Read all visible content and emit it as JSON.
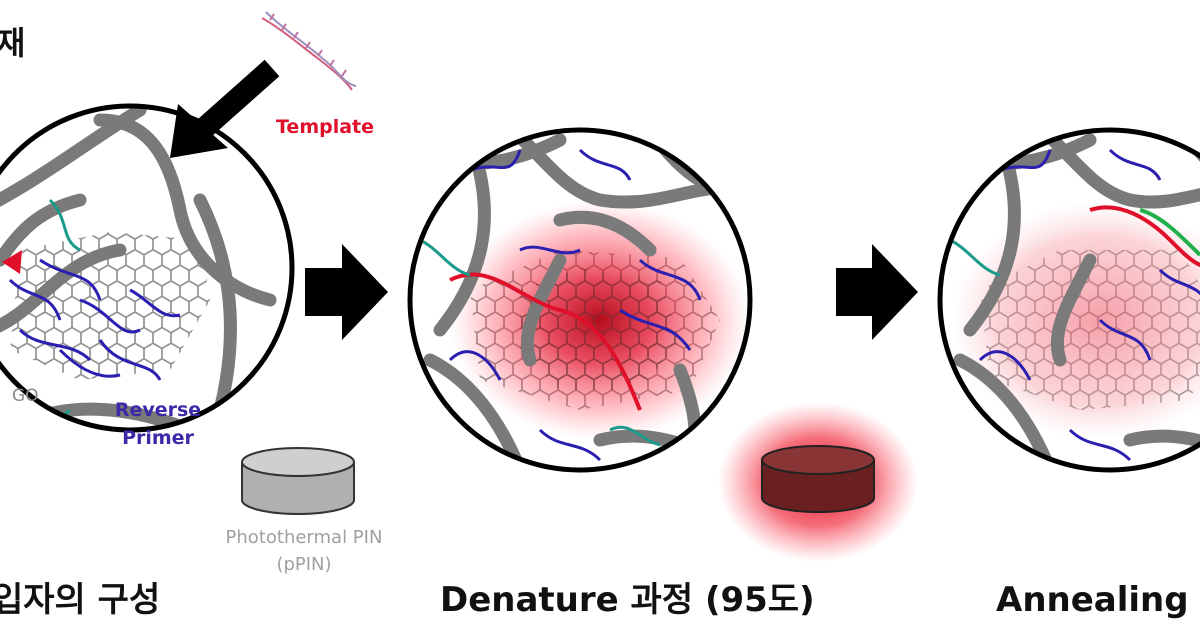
{
  "header_fragment": "재",
  "labels": {
    "template": "Template",
    "go": "GO",
    "reverse": "Reverse",
    "primer": "Primer",
    "pin_line1": "Photothermal  PIN",
    "pin_line2": "(pPIN)"
  },
  "captions": [
    "입자의 구성",
    "Denature 과정 (95도)",
    "Annealing 과"
  ],
  "colors": {
    "network": "#7a7a7a",
    "graphene": "#8c8c8c",
    "primer_blue": "#2a1fb0",
    "teal_strand": "#1a9a8a",
    "template_red": "#e0102a",
    "green_strand": "#22b04a",
    "heat": "#e8102a",
    "arrow": "#000000"
  }
}
